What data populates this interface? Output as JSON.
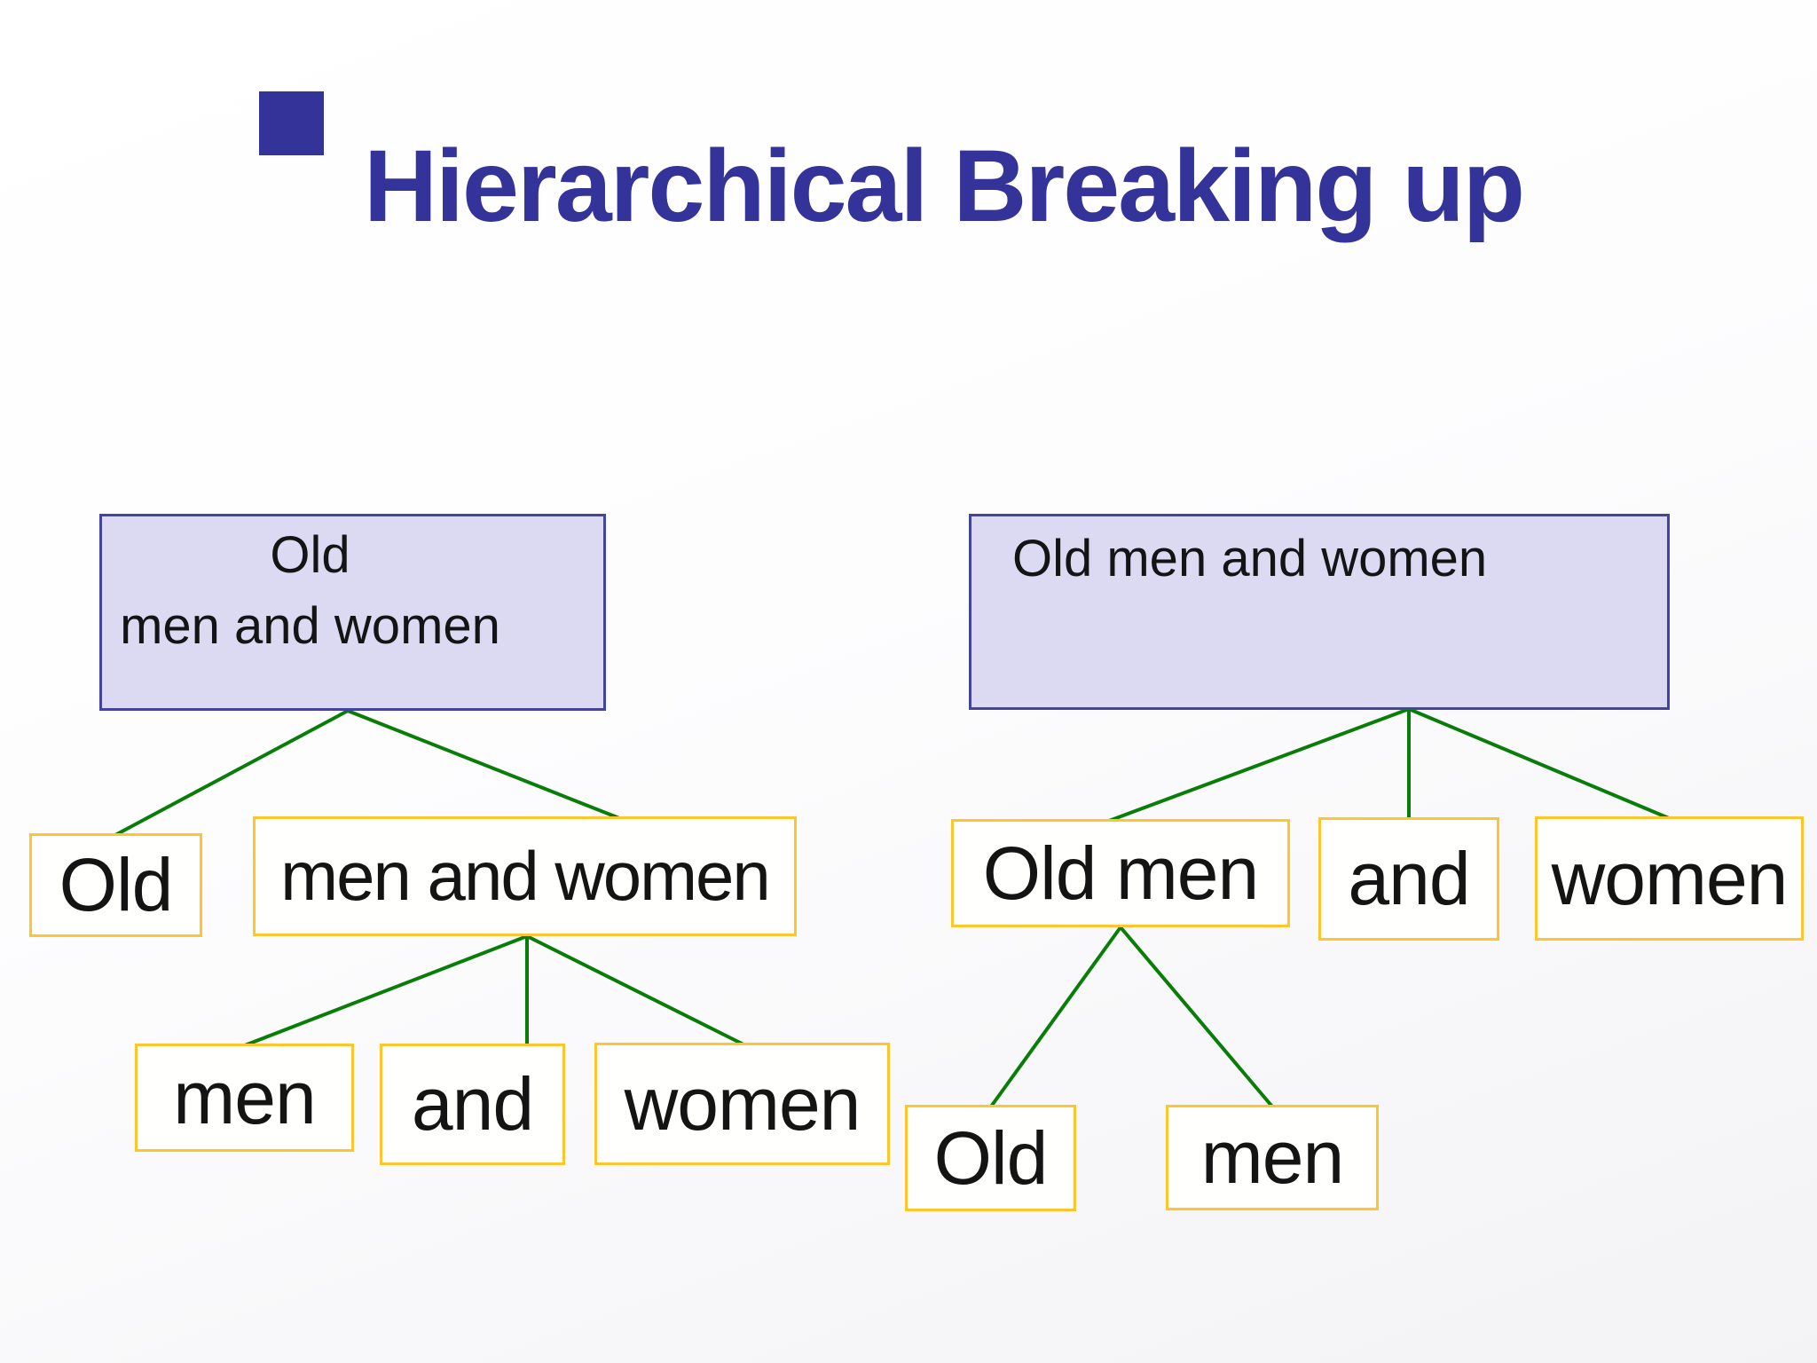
{
  "slide": {
    "title": "Hierarchical Breaking up",
    "bullet_icon": "■"
  },
  "colors": {
    "title": "#333399",
    "root_box_fill": "#dcd9f2",
    "root_box_border": "#44439f",
    "leaf_box_border": "#fec52e",
    "leaf_box_fill": "#fffffe",
    "connector_line": "#087d08",
    "text": "#141414",
    "background": "#fbfbfd"
  },
  "trees": [
    {
      "id": "left",
      "root": {
        "lines": [
          "Old",
          "men and women"
        ]
      },
      "children": [
        "Old",
        "men and women"
      ],
      "grandchildren": [
        "men",
        "and",
        "women"
      ]
    },
    {
      "id": "right",
      "root": {
        "lines": [
          "Old men and women"
        ]
      },
      "children": [
        "Old men",
        "and",
        "women"
      ],
      "grandchildren": [
        "Old",
        "men"
      ]
    }
  ]
}
